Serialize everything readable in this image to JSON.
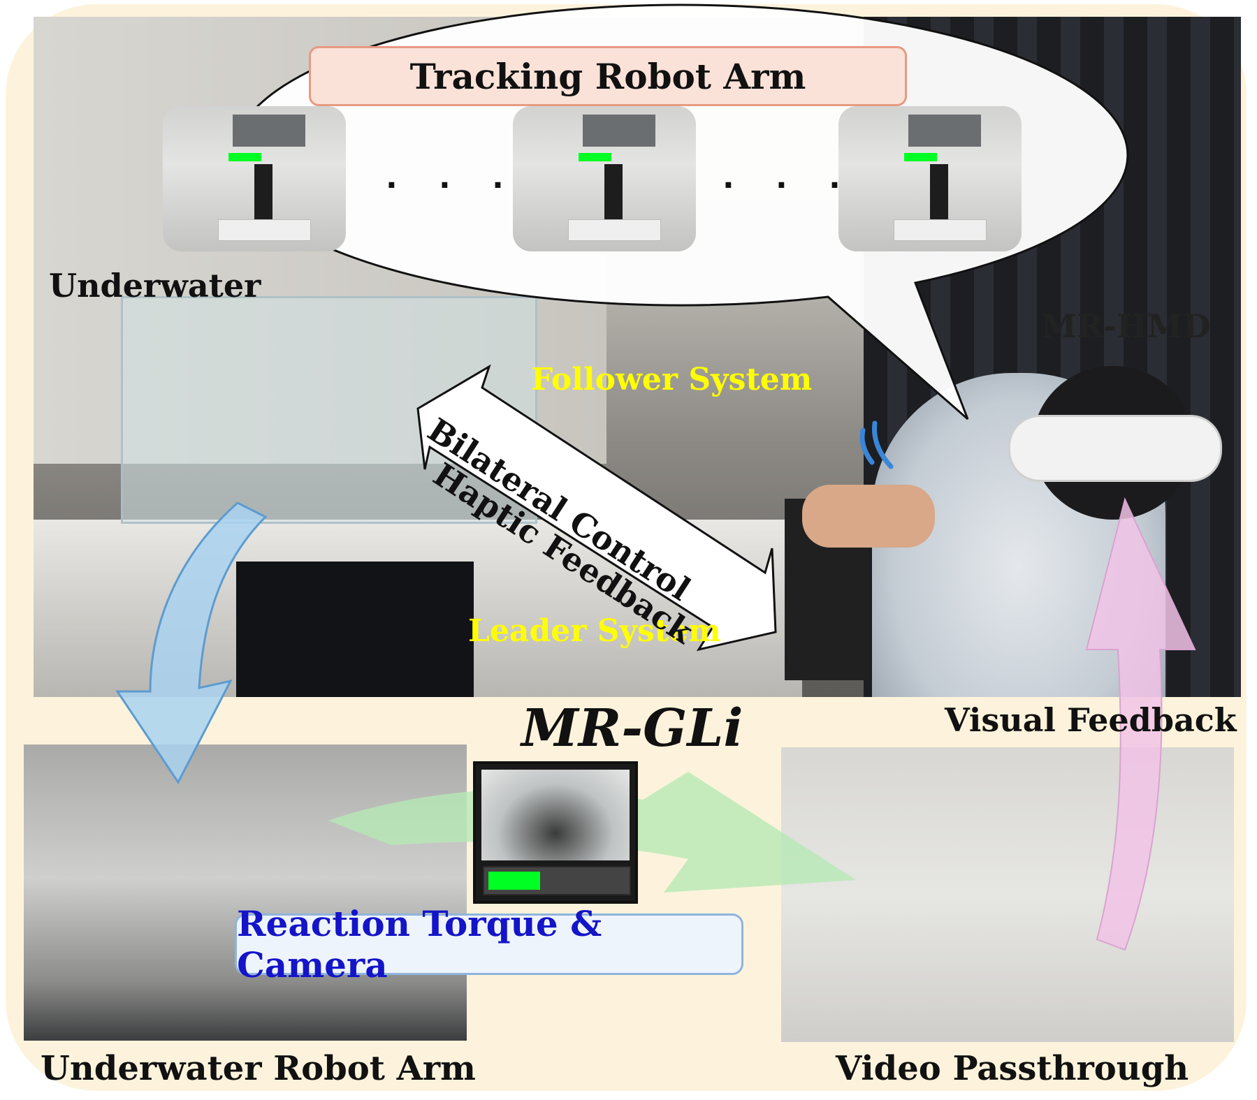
{
  "header": {
    "title": "Tracking Robot Arm"
  },
  "labels": {
    "underwater": "Underwater",
    "mr_hmd": "MR-HMD",
    "follower_system": "Follower System",
    "leader_system": "Leader System",
    "bilateral_control": "Bilateral Control",
    "haptic_feedback": "Haptic Feedback",
    "mr_gli": "MR-GLi",
    "visual_feedback": "Visual Feedback",
    "underwater_robot_arm": "Underwater Robot Arm",
    "video_passthrough": "Video Passthrough",
    "reaction_torque_camera": "Reaction Torque & Camera"
  },
  "ellipsis": "· · ·",
  "colors": {
    "frame_bg": "#fdf3dc",
    "system_label": "#ffff00",
    "title_box_fill": "#fbe2d8",
    "title_box_border": "#e79a82",
    "reaction_text": "#1414c8",
    "blue_arrow": "#a9d2f0",
    "green_arrow": "#b7e9b5",
    "pink_arrow": "#f1c3e6",
    "torque_bar": "#00ff22",
    "wireless_icon": "#3a86d8"
  },
  "camera_inset": {
    "torque_level": 0.38
  },
  "icons": [
    "wireless-signal-icon"
  ]
}
